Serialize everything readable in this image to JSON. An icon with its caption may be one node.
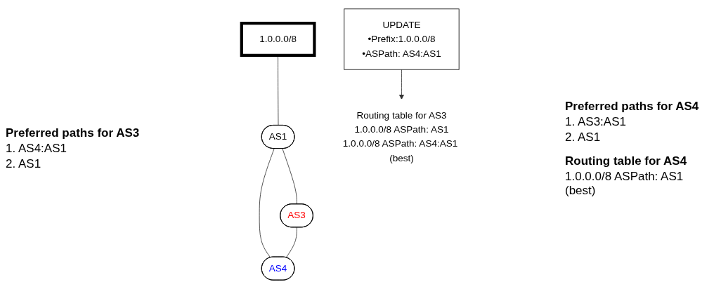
{
  "diagram": {
    "nodes": [
      {
        "text": [
          "1.0.0.0/8"
        ]
      },
      {
        "text": [
          "AS1"
        ]
      },
      {
        "text": [
          "AS3"
        ]
      },
      {
        "text": [
          "AS4"
        ]
      },
      {
        "text": [
          "Routing table for AS3",
          "1.0.0.0/8 ASPath: AS1",
          "1.0.0.0/8 ASPath: AS4:AS1 (best)"
        ]
      },
      {
        "text": [
          "UPDATE",
          "•Prefix:1.0.0.0/8",
          "•ASPath: AS4:AS1"
        ]
      }
    ],
    "edges": [
      {
        "from": 0,
        "to": 1,
        "arrow": "none"
      },
      {
        "from": 1,
        "to": 2,
        "arrow": "none"
      },
      {
        "from": 1,
        "to": 3,
        "arrow": "none"
      },
      {
        "from": 2,
        "to": 3,
        "arrow": "none"
      },
      {
        "from": 5,
        "to": 4,
        "arrow": "to"
      }
    ],
    "labels": [
      "Preferred paths for AS3",
      "1. AS4:AS1",
      "2. AS1",
      "Preferred paths for AS4",
      "1. AS3:AS1",
      "2. AS1",
      "Routing table for AS4",
      "1.0.0.0/8 ASPath: AS1 (best)"
    ]
  }
}
